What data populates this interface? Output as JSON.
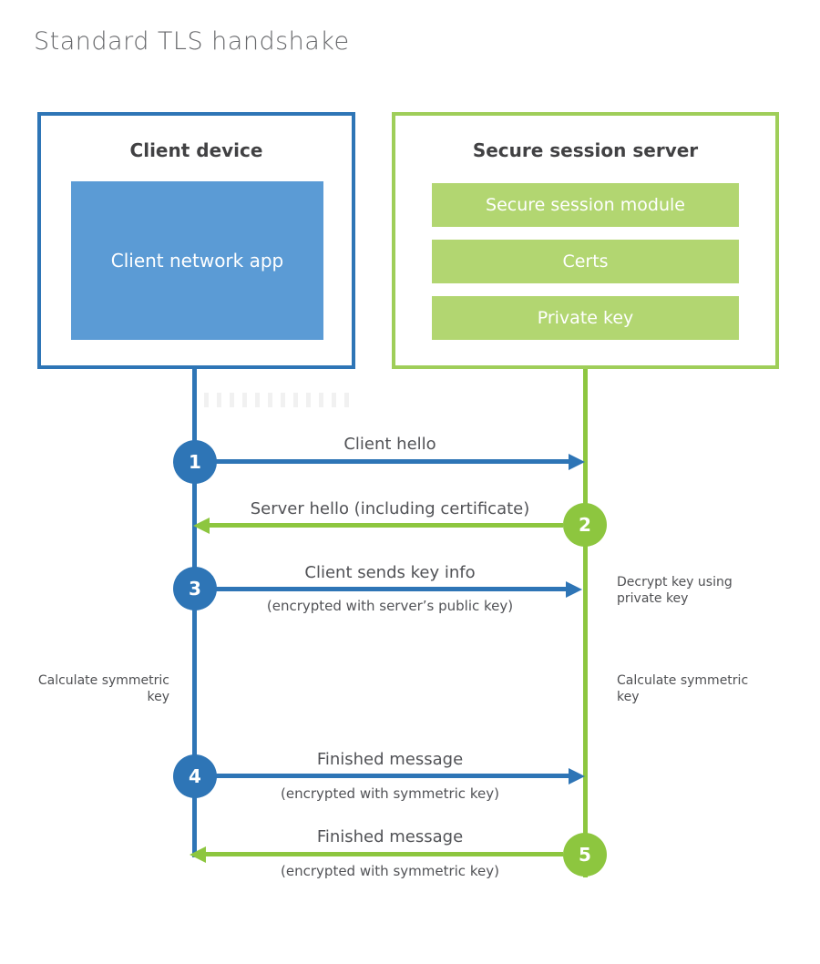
{
  "title": "Standard TLS handshake",
  "colors": {
    "blue": "#2e75b6",
    "blue_light": "#5b9bd5",
    "green": "#8dc63f",
    "green_light": "#b2d671"
  },
  "client_box": {
    "title": "Client device",
    "app_label": "Client network app"
  },
  "server_box": {
    "title": "Secure session server",
    "modules": [
      "Secure session module",
      "Certs",
      "Private key"
    ]
  },
  "messages": [
    {
      "step": "1",
      "from": "client",
      "to": "server",
      "label": "Client hello",
      "sublabel": ""
    },
    {
      "step": "2",
      "from": "server",
      "to": "client",
      "label": "Server hello (including certificate)",
      "sublabel": ""
    },
    {
      "step": "3",
      "from": "client",
      "to": "server",
      "label": "Client sends key info",
      "sublabel": "(encrypted with server’s public key)"
    },
    {
      "step": "4",
      "from": "client",
      "to": "server",
      "label": "Finished message",
      "sublabel": "(encrypted with symmetric key)"
    },
    {
      "step": "5",
      "from": "server",
      "to": "client",
      "label": "Finished message",
      "sublabel": "(encrypted with symmetric key)"
    }
  ],
  "notes": [
    {
      "side": "right",
      "text": "Decrypt key using private key"
    },
    {
      "side": "left",
      "text": "Calculate symmetric key"
    },
    {
      "side": "right",
      "text": "Calculate symmetric key"
    }
  ]
}
